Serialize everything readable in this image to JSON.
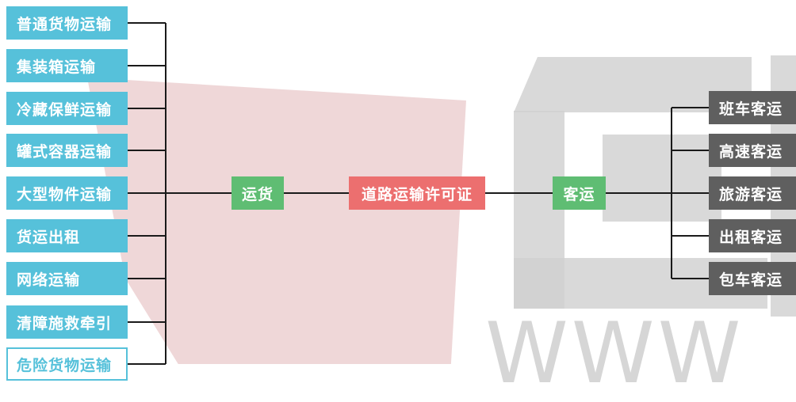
{
  "center": {
    "label": "道路运输许可证"
  },
  "freight": {
    "label": "运货",
    "items": [
      "普通货物运输",
      "集装箱运输",
      "冷藏保鲜运输",
      "罐式容器运输",
      "大型物件运输",
      "货运出租",
      "网络运输",
      "清障施救牵引",
      "危险货物运输"
    ]
  },
  "passenger": {
    "label": "客运",
    "items": [
      "班车客运",
      "高速客运",
      "旅游客运",
      "出租客运",
      "包车客运"
    ]
  },
  "watermark": {
    "text": "WWW"
  },
  "colors": {
    "cyan": "#56c1da",
    "green": "#5fbd73",
    "red": "#ec6f6f",
    "dark": "#5f5f5f"
  }
}
